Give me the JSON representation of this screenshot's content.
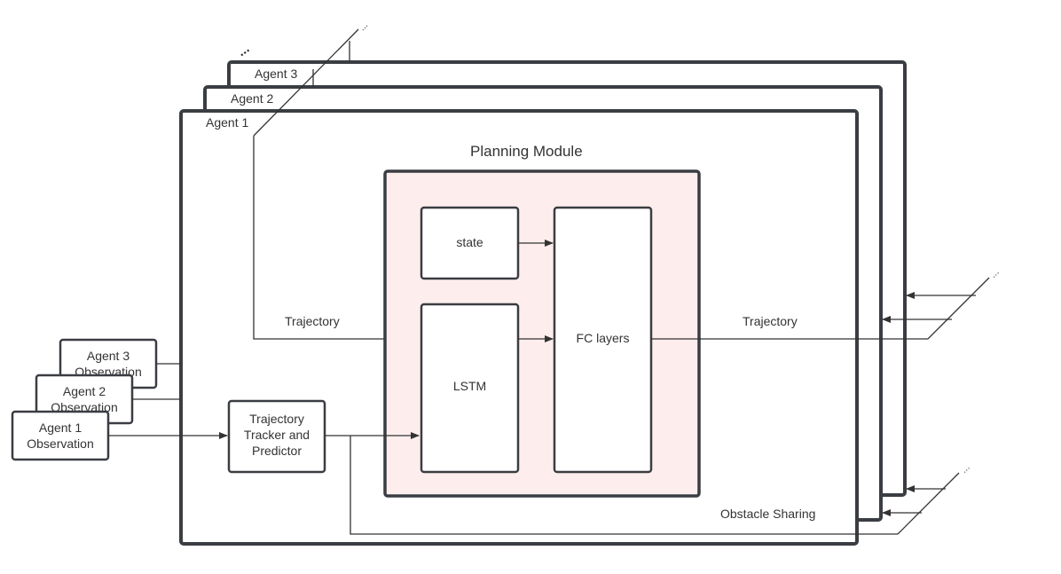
{
  "frames": {
    "agent3": "Agent 3",
    "agent2": "Agent 2",
    "agent1": "Agent 1",
    "ellipsis": "..."
  },
  "observations": {
    "agent3_line1": "Agent 3",
    "agent3_line2": "Observation",
    "agent2_line1": "Agent 2",
    "agent2_line2": "Observation",
    "agent1_line1": "Agent 1",
    "agent1_line2": "Observation"
  },
  "tracker": {
    "line1": "Trajectory",
    "line2": "Tracker and",
    "line3": "Predictor"
  },
  "planning": {
    "title": "Planning Module",
    "state": "state",
    "lstm": "LSTM",
    "fc": "FC layers"
  },
  "labels": {
    "trajectory_in": "Trajectory",
    "trajectory_out": "Trajectory",
    "obstacle_sharing": "Obstacle Sharing",
    "ellipsis_top": "...",
    "ellipsis_right_top": "...",
    "ellipsis_right_bottom": "..."
  },
  "colors": {
    "planning_fill": "#fdeeed",
    "stroke": "#3a3d42"
  }
}
